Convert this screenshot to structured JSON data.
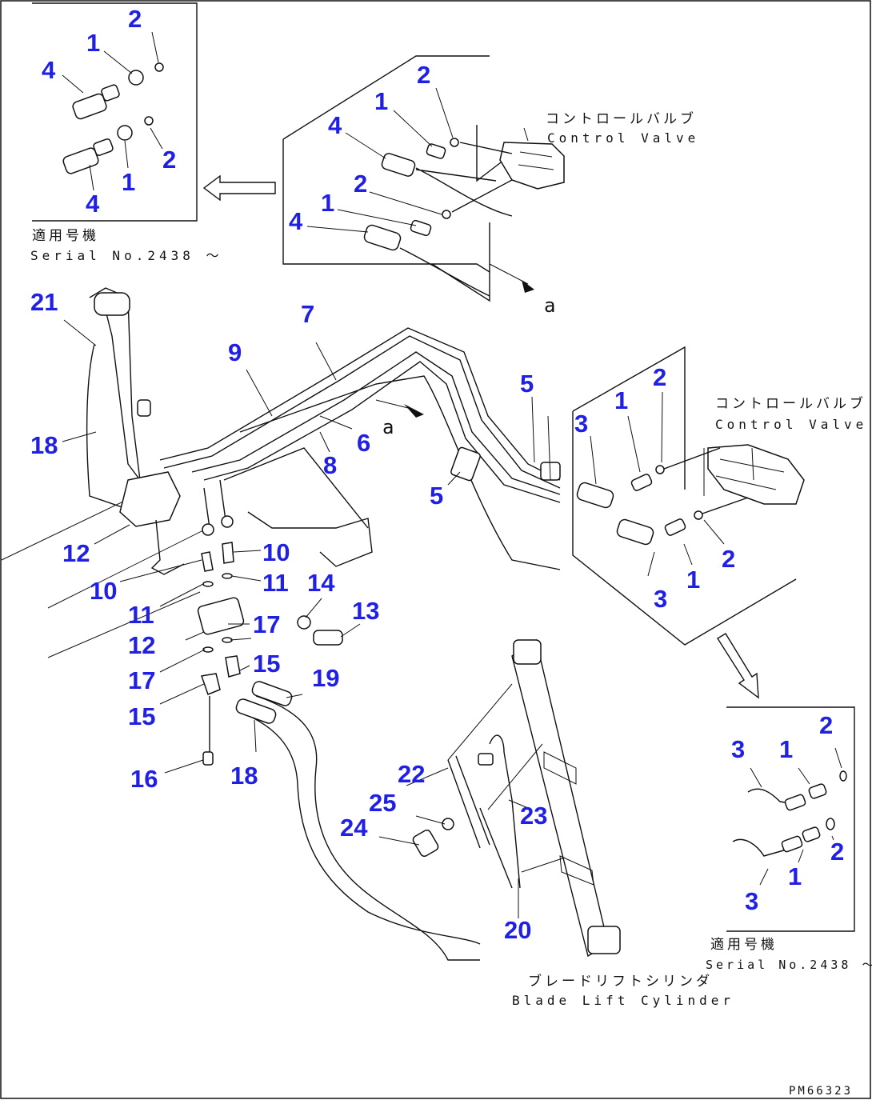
{
  "drawing_code": "PM66323",
  "captions": {
    "inset_top_left_jp": "適用号機",
    "inset_top_left_en": "Serial No.2438 〜",
    "control_valve_top_jp": "コントロールバルブ",
    "control_valve_top_en": "Control Valve",
    "control_valve_right_jp": "コントロールバルブ",
    "control_valve_right_en": "Control Valve",
    "inset_bottom_right_jp": "適用号機",
    "inset_bottom_right_en": "Serial No.2438 〜",
    "blade_cylinder_jp": "ブレードリフトシリンダ",
    "blade_cylinder_en": "Blade Lift Cylinder",
    "view_marker_top": "a",
    "view_marker_main": "a"
  },
  "callouts": {
    "tl_2a": "2",
    "tl_1a": "1",
    "tl_4a": "4",
    "tl_2b": "2",
    "tl_1b": "1",
    "tl_4b": "4",
    "tc_2a": "2",
    "tc_1a": "1",
    "tc_4a": "4",
    "tc_2b": "2",
    "tc_1b": "1",
    "tc_4b": "4",
    "m_21": "21",
    "m_18a": "18",
    "m_9": "9",
    "m_7": "7",
    "m_6": "6",
    "m_8": "8",
    "m_5a": "5",
    "m_5b": "5",
    "m_12a": "12",
    "m_10a": "10",
    "m_10b": "10",
    "m_11a": "11",
    "m_11b": "11",
    "m_14": "14",
    "m_13": "13",
    "m_12b": "12",
    "m_17a": "17",
    "m_17b": "17",
    "m_15a": "15",
    "m_15b": "15",
    "m_19": "19",
    "m_16": "16",
    "m_18b": "18",
    "m_22": "22",
    "m_25": "25",
    "m_24": "24",
    "m_23": "23",
    "m_20": "20",
    "rc_3a": "3",
    "rc_1a": "1",
    "rc_2a": "2",
    "rc_3b": "3",
    "rc_1b": "1",
    "rc_2b": "2",
    "br_2a": "2",
    "br_3a": "3",
    "br_1a": "1",
    "br_2b": "2",
    "br_1b": "1",
    "br_3b": "3"
  }
}
